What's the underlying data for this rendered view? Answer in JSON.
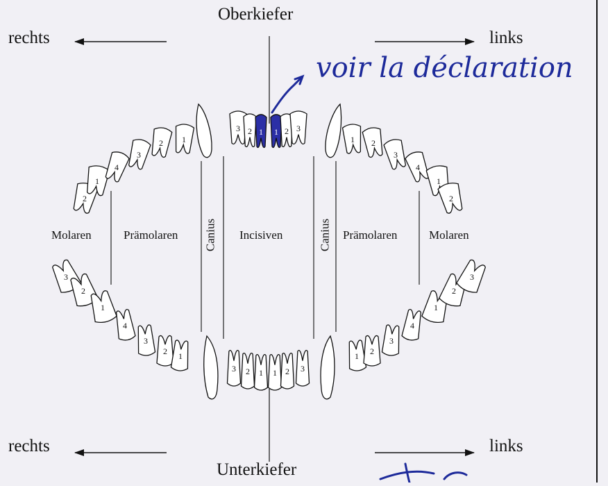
{
  "jaw": {
    "upper": "Oberkiefer",
    "lower": "Unterkiefer",
    "right_top": "rechts",
    "left_top": "links",
    "right_bottom": "rechts",
    "left_bottom": "links"
  },
  "groups": {
    "molars_right": "Molaren",
    "premolars_right": "Prämolaren",
    "canine_right": "Canius",
    "incisors": "Incisiven",
    "canine_left": "Canius",
    "premolars_left": "Prämolaren",
    "molars_left": "Molaren"
  },
  "annotation": "voir la déclaration",
  "highlight_color": "#2b2fa6",
  "ink_color": "#1d2a9a",
  "teeth": {
    "upper_right_molars": [
      "2",
      "1"
    ],
    "upper_right_premolars": [
      "4",
      "3",
      "2",
      "1"
    ],
    "upper_incisors": [
      "3",
      "2",
      "1",
      "1",
      "2",
      "3"
    ],
    "upper_left_premolars": [
      "1",
      "2",
      "3",
      "4"
    ],
    "upper_left_molars": [
      "1",
      "2"
    ],
    "lower_right_molars": [
      "3",
      "2",
      "1"
    ],
    "lower_right_premolars": [
      "4",
      "3",
      "2",
      "1"
    ],
    "lower_incisors": [
      "3",
      "2",
      "1",
      "1",
      "2",
      "3"
    ],
    "lower_left_premolars": [
      "1",
      "2",
      "3",
      "4"
    ],
    "lower_left_molars": [
      "1",
      "2",
      "3"
    ]
  }
}
